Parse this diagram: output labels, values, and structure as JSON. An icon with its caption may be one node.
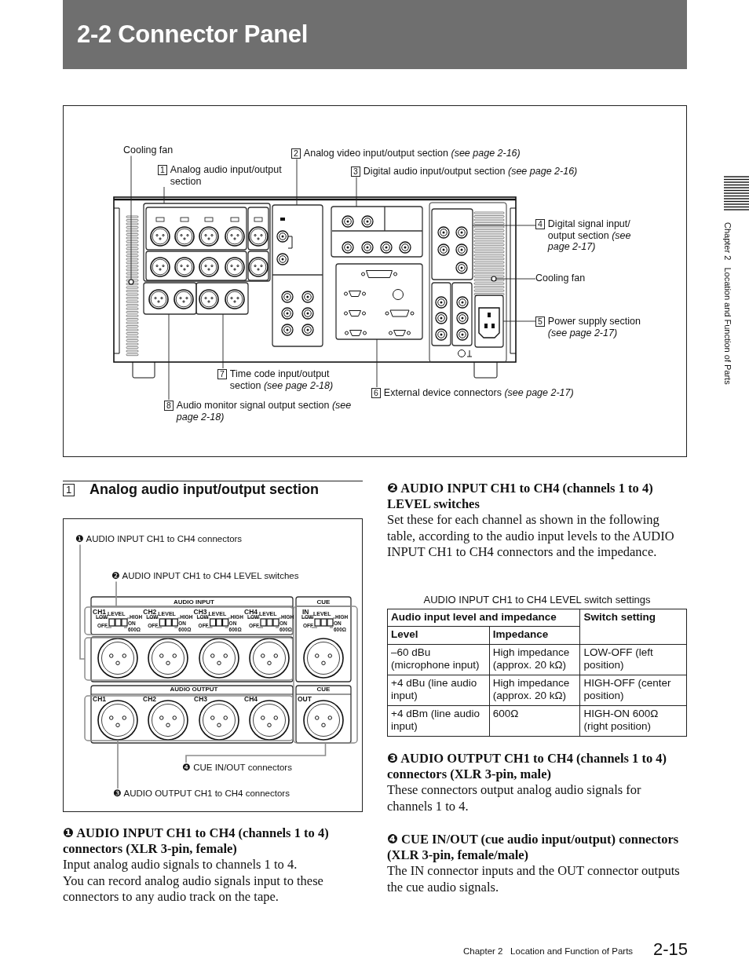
{
  "diagram": {
    "title": "2-2 Connector Panel",
    "nodes": [
      {
        "text": [
          "Cooling fan"
        ]
      },
      {
        "text": [
          "1",
          "Analog audio input/output section"
        ]
      },
      {
        "text": [
          "2",
          "Analog video input/output section *(see page 2-16)*"
        ]
      },
      {
        "text": [
          "3",
          "Digital audio input/output section *(see page 2-16)*"
        ]
      },
      {
        "text": [
          "4",
          "Digital signal input/ output section *(see page 2-17)*"
        ]
      },
      {
        "text": [
          "Cooling fan"
        ]
      },
      {
        "text": [
          "5",
          "Power supply section *(see page 2-17)*"
        ]
      },
      {
        "text": [
          "6",
          "External device connectors *(see page 2-17)*"
        ]
      },
      {
        "text": [
          "7",
          "Time code input/output section *(see page 2-18)*"
        ]
      },
      {
        "text": [
          "8",
          "Audio monitor signal output section *(see page 2-18)*"
        ]
      },
      {
        "text": [
          "❶ AUDIO INPUT CH1 to CH4 connectors"
        ]
      },
      {
        "text": [
          "❷ AUDIO INPUT CH1 to CH4 LEVEL switches"
        ]
      },
      {
        "text": [
          "❹ CUE IN/OUT connectors"
        ]
      },
      {
        "text": [
          "❸ AUDIO OUTPUT CH1 to CH4 connectors"
        ]
      },
      {
        "text": [],
        "shape": "circle"
      },
      {
        "text": [],
        "shape": "box"
      },
      {
        "text": [],
        "shape": "box"
      },
      {
        "text": [],
        "shape": "box"
      },
      {
        "text": [],
        "shape": "box"
      },
      {
        "text": [],
        "shape": "box"
      },
      {
        "text": [],
        "shape": "box"
      },
      {
        "text": [],
        "shape": "box"
      },
      {
        "text": [],
        "shape": "box"
      },
      {
        "text": [],
        "shape": "circle"
      },
      {
        "text": [],
        "shape": "box"
      },
      {
        "text": [],
        "shape": "box"
      },
      {
        "text": [],
        "shape": "box"
      },
      {
        "text": [],
        "shape": "box"
      }
    ],
    "edges": [
      {
        "from": 0,
        "to": 14,
        "arrow": "none"
      },
      {
        "from": 1,
        "to": 15,
        "arrow": "none"
      },
      {
        "from": 2,
        "to": 18,
        "arrow": "none"
      },
      {
        "from": 3,
        "to": 19,
        "arrow": "none"
      },
      {
        "from": 4,
        "to": 21,
        "arrow": "none"
      },
      {
        "from": 5,
        "to": 23,
        "arrow": "none"
      },
      {
        "from": 6,
        "to": 22,
        "arrow": "none"
      },
      {
        "from": 7,
        "to": 20,
        "arrow": "none"
      },
      {
        "from": 8,
        "to": 17,
        "arrow": "none"
      },
      {
        "from": 9,
        "to": 16,
        "arrow": "none"
      },
      {
        "from": 10,
        "to": 25,
        "arrow": "none",
        "color": "#8c8c8c"
      },
      {
        "from": 11,
        "to": 24,
        "arrow": "none",
        "color": "#8c8c8c"
      },
      {
        "from": 12,
        "to": 26,
        "arrow": "none",
        "color": "#8c8c8c"
      },
      {
        "from": 13,
        "to": 27,
        "arrow": "none",
        "color": "#8c8c8c"
      }
    ],
    "labels": [
      "1",
      "Analog audio input/output section",
      "AUDIO INPUT",
      "CUE",
      "CH1",
      "LEVEL",
      "LOW",
      "HIGH",
      "OFF",
      "ON",
      "600Ω",
      "CH2",
      "LEVEL",
      "LOW",
      "HIGH",
      "OFF",
      "ON",
      "600Ω",
      "CH3",
      "LEVEL",
      "LOW",
      "HIGH",
      "OFF",
      "ON",
      "600Ω",
      "CH4",
      "LEVEL",
      "LOW",
      "HIGH",
      "OFF",
      "ON",
      "600Ω",
      "IN",
      "LEVEL",
      "LOW",
      "HIGH",
      "OFF",
      "ON",
      "600Ω",
      "AUDIO OUTPUT",
      "CUE",
      "CH1",
      "CH2",
      "CH3",
      "CH4",
      "OUT",
      "❶ AUDIO INPUT CH1 to CH4 (channels 1 to 4) connectors (XLR 3-pin, female)",
      "Input analog audio signals to channels 1 to 4.",
      "You can record analog audio signals input to these connectors to any audio track on the tape.",
      "❷ AUDIO INPUT CH1 to CH4 (channels 1 to 4) LEVEL switches",
      "Set these for each channel as shown in the following table, according to the audio input levels to the AUDIO INPUT CH1 to CH4 connectors and the impedance.",
      "AUDIO INPUT CH1 to CH4 LEVEL switch settings",
      "Audio input level and impedance",
      "Switch setting",
      "Level",
      "Impedance",
      "–60 dBu (microphone input)",
      "High impedance (approx. 20 kΩ)",
      "LOW-OFF (left position)",
      "+4 dBu (line audio input)",
      "High impedance (approx. 20 kΩ)",
      "HIGH-OFF (center position)",
      "+4 dBm (line audio input)",
      "600Ω",
      "HIGH-ON 600Ω (right position)",
      "❸ AUDIO OUTPUT CH1 to CH4 (channels 1 to 4) connectors (XLR 3-pin, male)",
      "These connectors output analog audio signals for channels 1 to 4.",
      "❹ CUE IN/OUT (cue audio input/output) connectors (XLR 3-pin, female/male)",
      "The IN connector inputs and the OUT connector outputs the cue audio signals.",
      "Chapter 2   Location and Function of Parts",
      "2-15",
      "Chapter 2   Location and Function of Parts"
    ]
  }
}
